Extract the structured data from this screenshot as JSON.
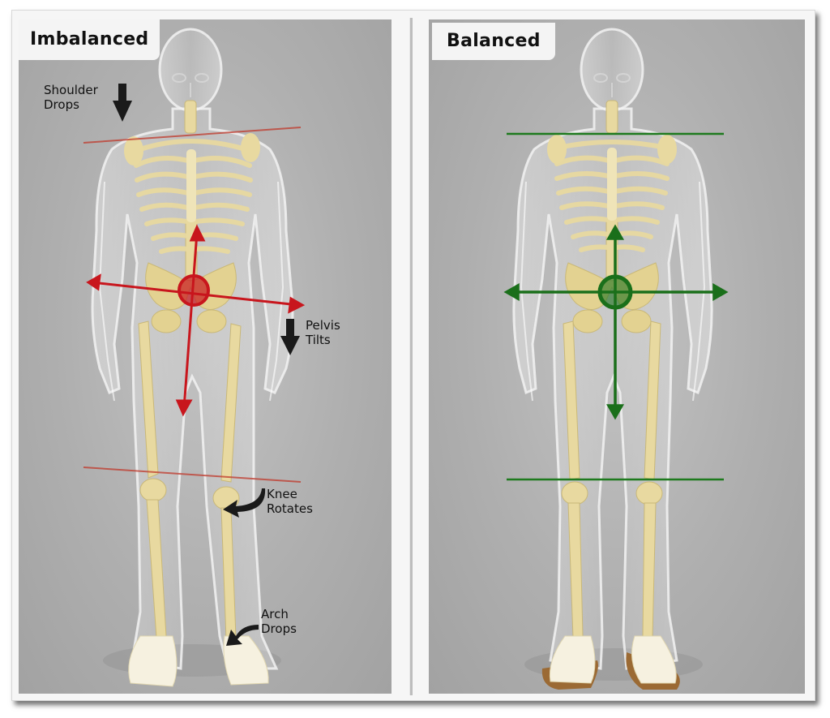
{
  "panels": [
    {
      "id": "imbalanced",
      "title": "Imbalanced",
      "line_color": "#c0392b",
      "annotations": [
        {
          "id": "shoulder",
          "line1": "Shoulder",
          "line2": "Drops"
        },
        {
          "id": "pelvis",
          "line1": "Pelvis",
          "line2": "Tilts"
        },
        {
          "id": "knee",
          "line1": "Knee",
          "line2": "Rotates"
        },
        {
          "id": "arch",
          "line1": "Arch",
          "line2": "Drops"
        }
      ]
    },
    {
      "id": "balanced",
      "title": "Balanced",
      "line_color": "#1e7a1e",
      "annotations": []
    }
  ],
  "colors": {
    "bone": "#e8d9a0",
    "red_line": "#c0392b",
    "green_line": "#1e7a1e",
    "arrow_dark": "#1a1a1a",
    "orthotic": "#9b6a34",
    "background": "#b0b0b0"
  },
  "icons": [
    "down-arrow-icon",
    "curved-arrow-icon",
    "crosshair-target-icon"
  ]
}
